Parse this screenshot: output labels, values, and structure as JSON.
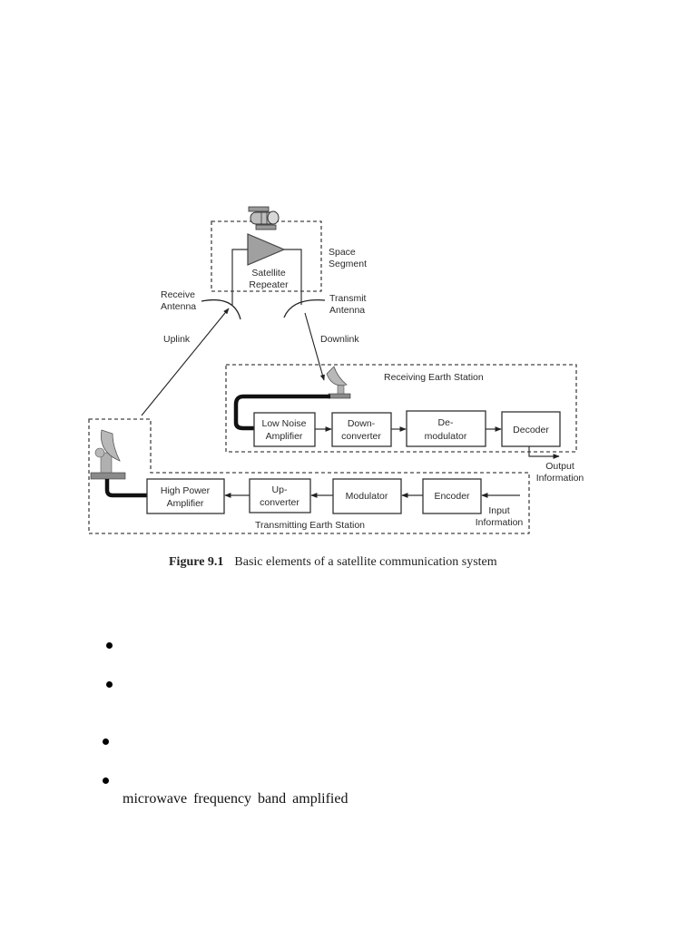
{
  "figure": {
    "space_segment_label": [
      "Space",
      "Segment"
    ],
    "repeater_label": [
      "Satellite",
      "Repeater"
    ],
    "receive_antenna_label": [
      "Receive",
      "Antenna"
    ],
    "transmit_antenna_label": [
      "Transmit",
      "Antenna"
    ],
    "uplink_label": "Uplink",
    "downlink_label": "Downlink",
    "receiving_station": {
      "title": "Receiving Earth Station",
      "blocks": [
        [
          "Low Noise",
          "Amplifier"
        ],
        [
          "Down-",
          "converter"
        ],
        [
          "De-",
          "modulator"
        ],
        [
          "Decoder"
        ]
      ],
      "output_label": [
        "Output",
        "Information"
      ]
    },
    "transmitting_station": {
      "title": "Transmitting Earth Station",
      "blocks": [
        [
          "High Power",
          "Amplifier"
        ],
        [
          "Up-",
          "converter"
        ],
        [
          "Modulator"
        ],
        [
          "Encoder"
        ]
      ],
      "input_label": [
        "Input",
        "Information"
      ]
    },
    "caption_number": "Figure 9.1",
    "caption_text": "Basic elements of a satellite communication system"
  },
  "bullets": [
    {
      "text": ""
    },
    {
      "text": ""
    },
    {
      "text": ""
    },
    {
      "text": ""
    }
  ],
  "body_text": "microwave frequency band amplified"
}
